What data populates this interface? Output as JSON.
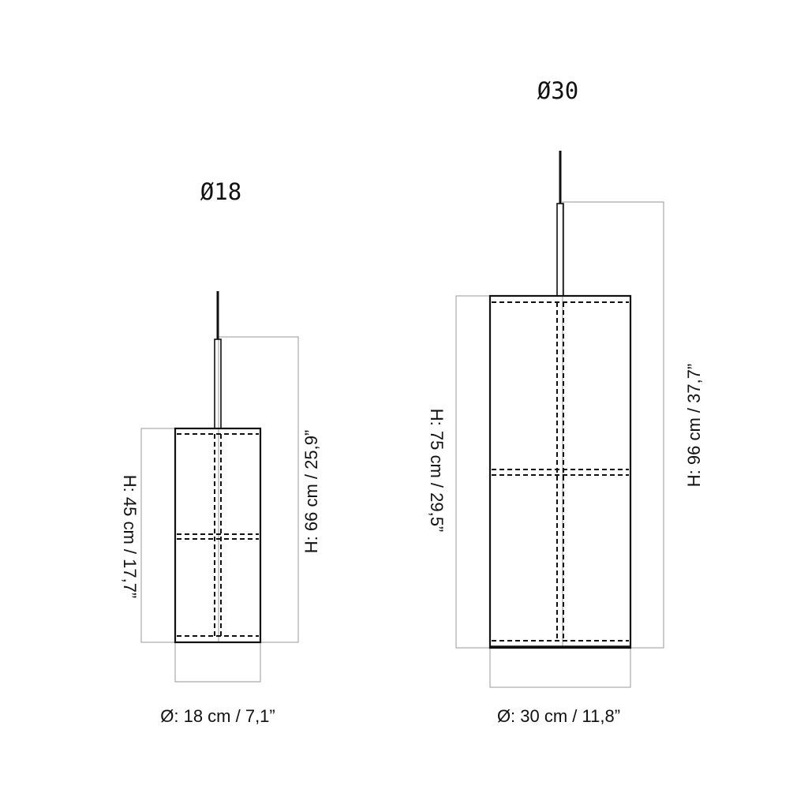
{
  "lamps": [
    {
      "model": "Ø18",
      "shade_height": "H: 45 cm / 17,7”",
      "total_height": "H: 66 cm / 25,9”",
      "diameter": "Ø: 18 cm / 7,1”"
    },
    {
      "model": "Ø30",
      "shade_height": "H: 75 cm / 29,5”",
      "total_height": "H: 96 cm / 37,7”",
      "diameter": "Ø: 30 cm / 11,8”"
    }
  ]
}
